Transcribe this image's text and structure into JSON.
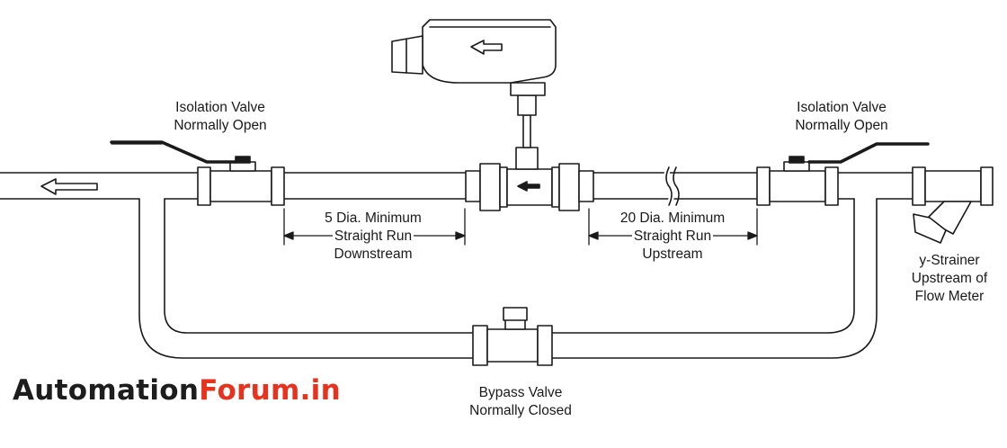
{
  "labels": {
    "left_valve": [
      "Isolation Valve",
      "Normally Open"
    ],
    "right_valve": [
      "Isolation Valve",
      "Normally Open"
    ],
    "downstream_run": [
      "5 Dia. Minimum",
      "Straight Run",
      "Downstream"
    ],
    "upstream_run": [
      "20 Dia. Minimum",
      "Straight Run",
      "Upstream"
    ],
    "strainer": [
      "y-Strainer",
      "Upstream of",
      "Flow Meter"
    ],
    "bypass_valve": [
      "Bypass Valve",
      "Normally Closed"
    ]
  },
  "brand": {
    "part1": "Automation",
    "part2": "Forum.in"
  },
  "colors": {
    "line": "#1a1a1a",
    "brand_dark": "#1d1d1d",
    "brand_accent": "#e8321e"
  },
  "icons": {
    "flow_direction": "arrow-left-icon"
  }
}
